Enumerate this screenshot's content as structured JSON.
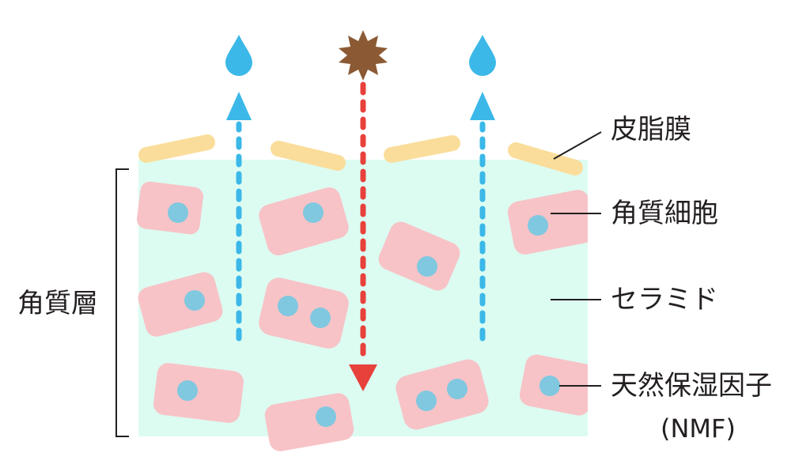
{
  "labels": {
    "sebum": "皮脂膜",
    "corneocyte": "角質細胞",
    "ceramide": "セラミド",
    "nmf": "天然保湿因子",
    "nmf_abbr": "(NMF)",
    "stratum": "角質層"
  },
  "colors": {
    "layer": "#dcfcf2",
    "cell": "#f7c3c7",
    "nucleus": "#80c8e0",
    "sebum": "#fadd9a",
    "water": "#3bb8e8",
    "irritant": "#8b5a34",
    "irritant_path": "#e8413c",
    "line": "#231f20"
  },
  "icons": {
    "water_drop": "water-drop-icon",
    "irritant": "irritant-icon"
  }
}
